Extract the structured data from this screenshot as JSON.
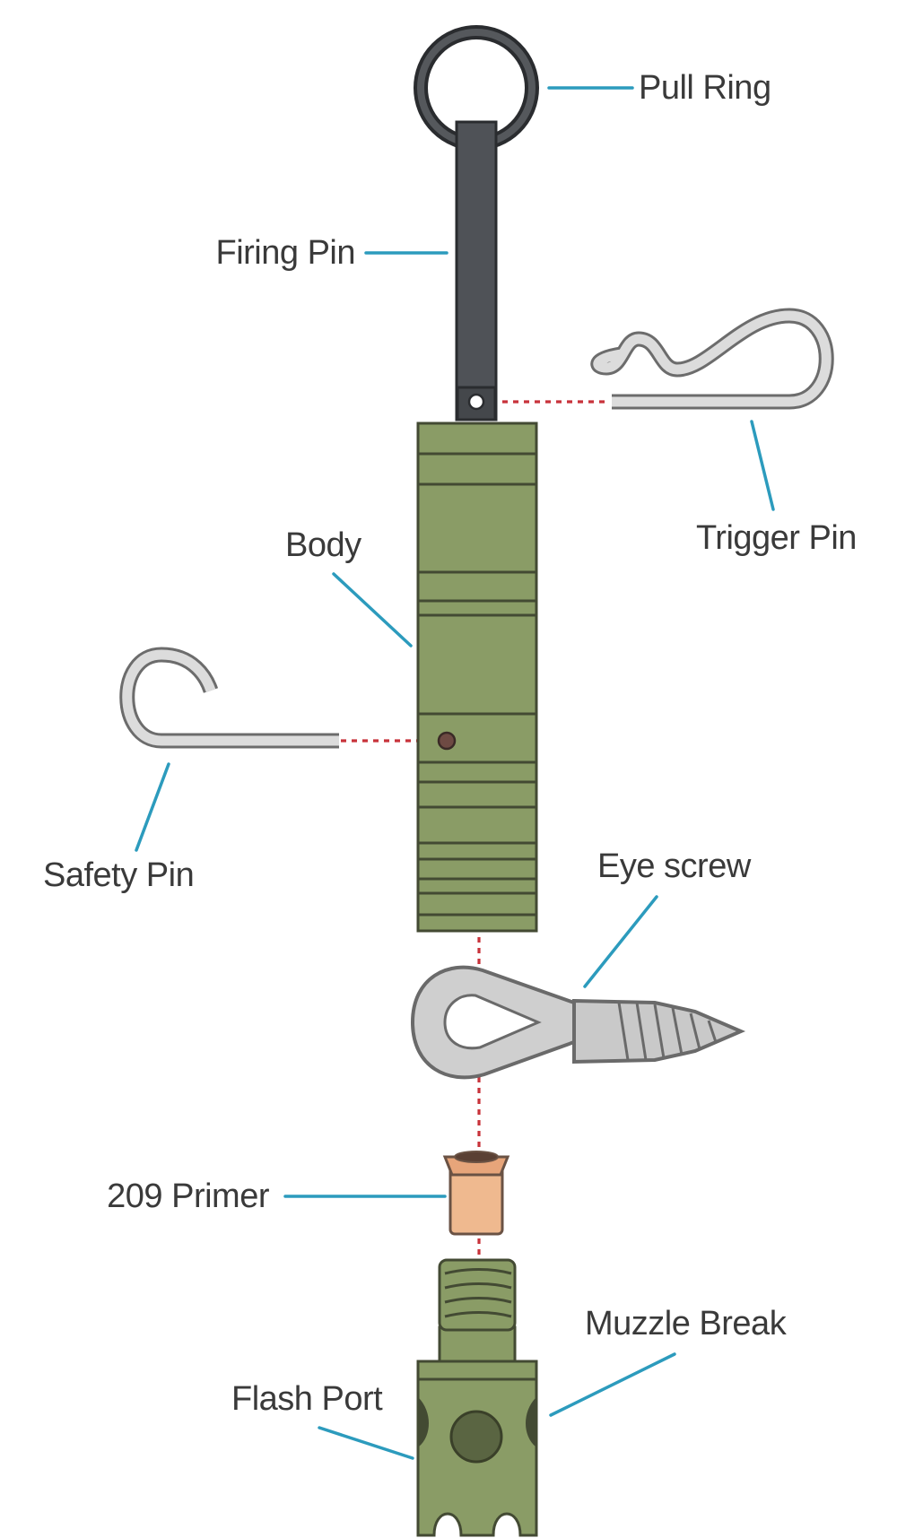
{
  "labels": {
    "pull_ring": "Pull Ring",
    "firing_pin": "Firing Pin",
    "trigger_pin": "Trigger Pin",
    "body": "Body",
    "safety_pin": "Safety Pin",
    "eye_screw": "Eye screw",
    "primer": "209 Primer",
    "muzzle_break": "Muzzle Break",
    "flash_port": "Flash Port"
  },
  "colors": {
    "body_green": "#8a9c66",
    "body_dark": "#434a33",
    "firing_pin": "#4f5257",
    "wire": "#d9d9d9",
    "leader_line": "#2c9bbd",
    "dashed_line": "#c8323a",
    "primer": "#efb98f"
  }
}
